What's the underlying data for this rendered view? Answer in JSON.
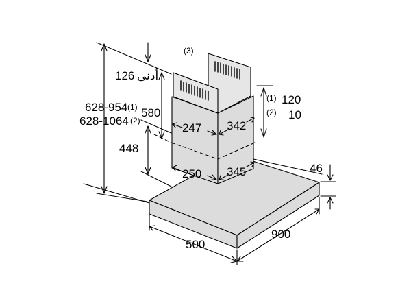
{
  "drawing": {
    "dimensions": {
      "depth_bottom": "500",
      "width_bottom": "900",
      "canopy_thickness": "46",
      "chimney_depth_upper": "247",
      "chimney_width_upper": "342",
      "chimney_depth_lower": "250",
      "chimney_width_lower": "345",
      "lower_chimney_height": "448",
      "upper_chimney_height": "580",
      "overall_height_option1": "628-954",
      "overall_height_option2": "628-1064",
      "min_top_clearance": "126",
      "min_top_clearance_label": "أدنى",
      "top_gap_option1": "120",
      "top_gap_option2": "10",
      "note_1": "(1)",
      "note_2": "(2)",
      "note_3": "(3)"
    }
  }
}
